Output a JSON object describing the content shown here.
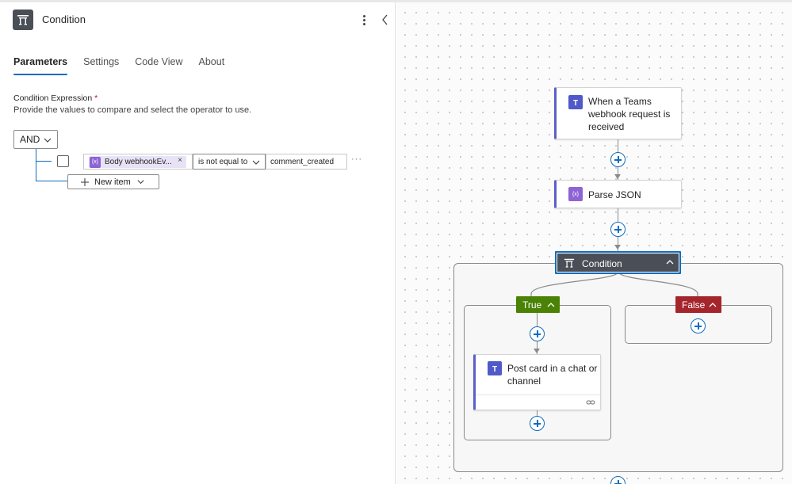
{
  "panel": {
    "title": "Condition",
    "icon": "condition-icon",
    "tabs": [
      {
        "label": "Parameters",
        "active": true
      },
      {
        "label": "Settings",
        "active": false
      },
      {
        "label": "Code View",
        "active": false
      },
      {
        "label": "About",
        "active": false
      }
    ],
    "field_label": "Condition Expression",
    "required_mark": "*",
    "field_description": "Provide the values to compare and select the operator to use.",
    "group_operator": "AND",
    "row": {
      "token_icon": "{x}",
      "token_label": "Body webhookEv...",
      "token_remove": "×",
      "operator": "is not equal to",
      "value": "comment_created",
      "more": "···"
    },
    "new_item_label": "New item"
  },
  "canvas": {
    "trigger_label": "When a Teams webhook request is received",
    "parse_label": "Parse JSON",
    "parse_icon": "{x}",
    "condition_label": "Condition",
    "true_label": "True",
    "false_label": "False",
    "post_card_label": "Post card in a chat or channel"
  },
  "colors": {
    "accent": "#0f6cbd",
    "true": "#498205",
    "false": "#a4262c",
    "teams": "#5059c9",
    "variable": "#8e63d6",
    "condition_header": "#4a4f57"
  }
}
